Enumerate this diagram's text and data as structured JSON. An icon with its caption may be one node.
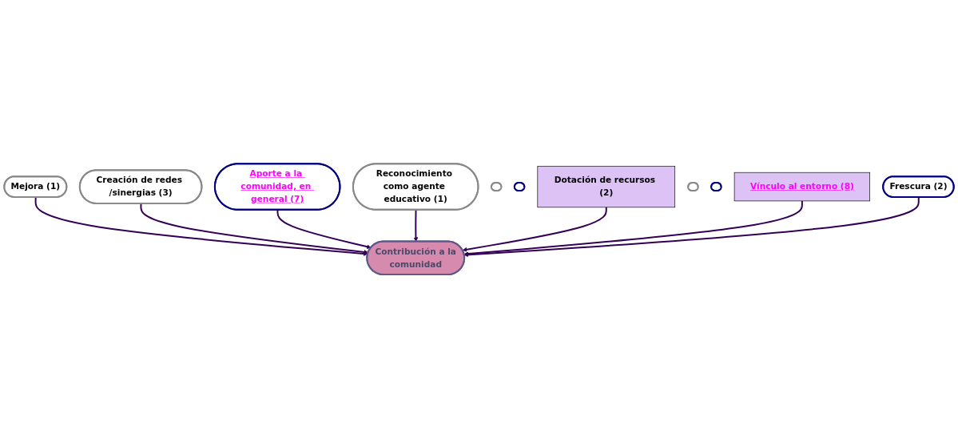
{
  "diagram": {
    "nodes": [
      {
        "text": [
          "Mejora (1)"
        ]
      },
      {
        "text": [
          "Creación de redes /sinergias (3)"
        ]
      },
      {
        "text": [
          "Aporte a la comunidad, en general (7)"
        ]
      },
      {
        "text": [
          "Contribución a la",
          "comunidad"
        ]
      },
      {
        "text": [
          "Reconocimiento como agente educativo (1)"
        ]
      },
      {
        "text": [],
        "shape": "circle"
      },
      {
        "text": [],
        "shape": "circle"
      },
      {
        "text": [
          "Dotación de recursos (2)"
        ]
      },
      {
        "text": [],
        "shape": "circle"
      },
      {
        "text": [],
        "shape": "circle"
      },
      {
        "text": [
          "Vínculo al entorno (8)"
        ]
      },
      {
        "text": [
          "Frescura (2)"
        ]
      }
    ],
    "edges": [
      {
        "from": 0,
        "to": 3,
        "arrow": "to"
      },
      {
        "from": 1,
        "to": 3,
        "arrow": "to"
      },
      {
        "from": 2,
        "to": 3,
        "arrow": "to"
      },
      {
        "from": 4,
        "to": 3,
        "arrow": "to"
      },
      {
        "from": 7,
        "to": 3,
        "arrow": "to"
      },
      {
        "from": 10,
        "to": 3,
        "arrow": "to"
      },
      {
        "from": 11,
        "to": 3,
        "arrow": "to"
      }
    ]
  }
}
